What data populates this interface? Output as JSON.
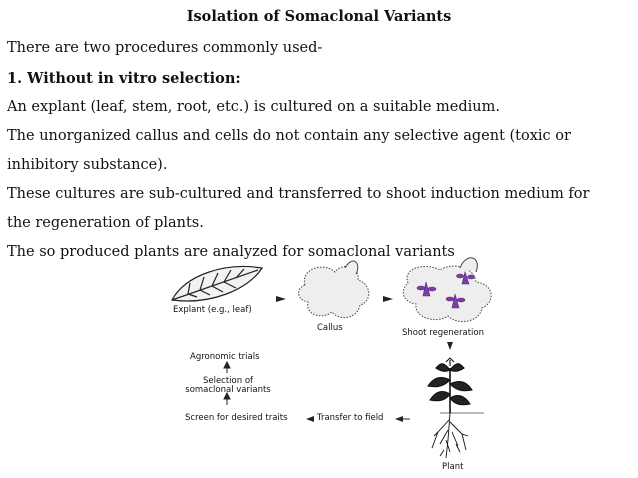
{
  "title": "Isolation of Somaclonal Variants",
  "lines": {
    "l1": "There are two procedures commonly used-",
    "l2": "1. Without in vitro selection:",
    "l3": "An explant (leaf, stem, root, etc.) is cultured on a suitable medium.",
    "l4": "The unorganized callus and cells do not contain any selective agent (toxic or",
    "l5": "inhibitory substance).",
    "l6": "These cultures are sub-cultured and transferred to shoot induction medium for",
    "l7": "the regeneration of plants.",
    "l8": "The so produced plants are analyzed for somaclonal variants"
  },
  "diagram": {
    "explant": "Explant (e.g., leaf)",
    "callus": "Callus",
    "shoot": "Shoot regeneration",
    "agronomic": "Agronomic trials",
    "selection1": "Selection of",
    "selection2": "somaclonal variants",
    "screen": "Screen for desired traits",
    "transfer": "Transfer to field",
    "plant": "Plant",
    "colors": {
      "shoot": "#7b3fa6",
      "line": "#222222"
    }
  }
}
